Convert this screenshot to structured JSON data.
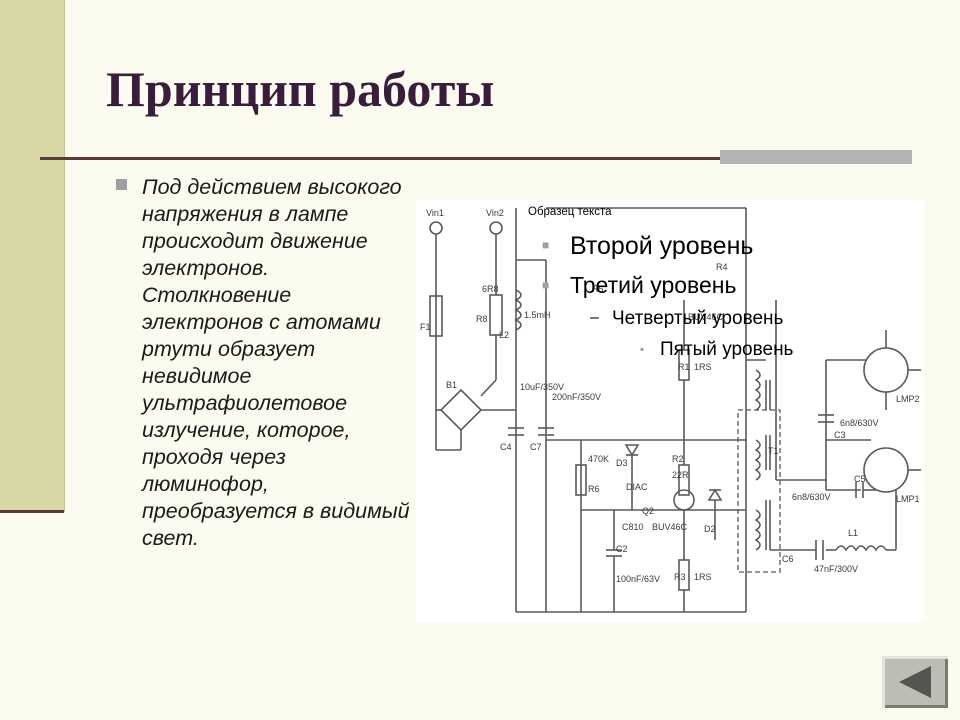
{
  "slide": {
    "title": "Принцип работы",
    "bullets": [
      "Под действием высокого напряжения в лампе происходит движение электронов. Столкновение электронов с атомами ртути образует невидимое ультрафиолетовое излучение, которое, проходя через люминофор, преобразуется в видимый свет."
    ]
  },
  "placeholder": {
    "level1": "Образец текста",
    "level2": "Второй уровень",
    "level3": "Третий уровень",
    "level4": "Четвертый уровень",
    "level5": "Пятый уровень",
    "bullet_glyph": "■",
    "bullet_glyph_4": "–",
    "bullet_glyph_5": "▪"
  },
  "circuit_labels": {
    "vin1": "Vin1",
    "vin2": "Vin2",
    "f1": "F1",
    "r8": "R8",
    "r8_val": "6R8",
    "l2": "L2",
    "l2_val": "1.5mH",
    "b1": "B1",
    "c4": "C4",
    "c4_val": "10uF/350V",
    "c7": "C7",
    "c7_val": "200nF/350V",
    "r6": "R6",
    "r6_val": "470K",
    "d3": "D3",
    "diac": "DIAC",
    "r2": "R2",
    "r2_val": "22R",
    "q2": "Q2",
    "q2_val": "BUV46C",
    "c810": "C810",
    "d2": "D2",
    "c2": "C2",
    "c2_val": "100nF/63V",
    "r3": "R3",
    "r3_val": "1RS",
    "r1": "R1",
    "r1_val": "1RS",
    "q1_val": "BUV46C",
    "c6": "C6",
    "c6_val": "47nF/300V",
    "l1": "L1",
    "c5": "C5",
    "c5_val": "6n8/630V",
    "c3": "C3",
    "c3_val": "6n8/630V",
    "lmp1": "LMP1",
    "lmp2": "LMP2",
    "t1": "T1",
    "r5": "R5",
    "r4": "R4"
  },
  "navigation": {
    "back_icon": "back-arrow-icon"
  },
  "colors": {
    "background": "#fbfbef",
    "side_bar": "#d9d6a6",
    "title": "#3a1c3c",
    "rule": "#5a3a3a",
    "rule_accent": "#b3b3b3",
    "circuit_line": "#5a5a5a"
  }
}
